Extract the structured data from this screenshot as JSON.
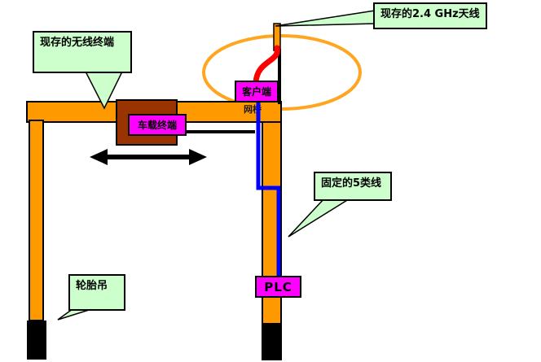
{
  "callouts": {
    "antenna": "现存的2.4 GHz天线",
    "wireless_terminal": "现存的无线终端",
    "cat5": "固定的5类线",
    "crane": "轮胎吊"
  },
  "nodes": {
    "client": "客户端",
    "bridge": "网桥",
    "vehicle_terminal": "车载终端",
    "plc": "PLC"
  },
  "colors": {
    "structure_orange": "#ff9900",
    "ellipse_orange": "#ffa520",
    "node_magenta": "#ff00ff",
    "housing_brown": "#993300",
    "callout_green": "#ccffcc",
    "cable_red": "#ff0000",
    "cable_blue": "#0000ff",
    "outline_black": "#000000"
  }
}
